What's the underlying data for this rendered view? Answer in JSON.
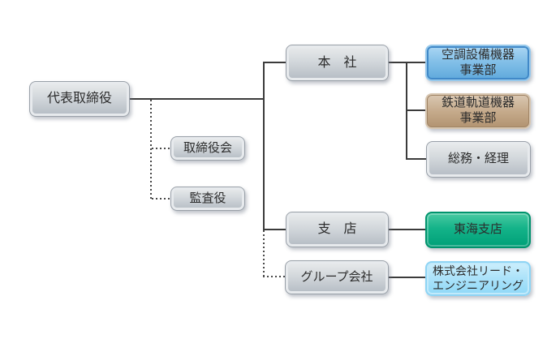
{
  "diagram": {
    "type": "org-chart",
    "background": "#ffffff",
    "nodes": {
      "daihyo": {
        "label": "代表取締役",
        "style": "gray"
      },
      "board": {
        "label": "取締役会",
        "style": "gray"
      },
      "auditor": {
        "label": "監査役",
        "style": "gray"
      },
      "honsha": {
        "label": "本　社",
        "style": "gray"
      },
      "kucho": {
        "lines": [
          "空調設備機器",
          "事業部"
        ],
        "style": "blue"
      },
      "tetsudo": {
        "lines": [
          "鉄道軌道機器",
          "事業部"
        ],
        "style": "tan"
      },
      "somu": {
        "label": "総務・経理",
        "style": "gray"
      },
      "shiten": {
        "label": "支　店",
        "style": "gray"
      },
      "tokai": {
        "label": "東海支店",
        "style": "green"
      },
      "group": {
        "label": "グループ会社",
        "style": "gray"
      },
      "lead": {
        "lines": [
          "株式会社リード・",
          "エンジニアリング"
        ],
        "style": "sky"
      }
    },
    "edges": [
      {
        "from": "daihyo",
        "to": "honsha",
        "line": "solid"
      },
      {
        "from": "daihyo",
        "to": "shiten",
        "line": "solid"
      },
      {
        "from": "daihyo",
        "to": "board",
        "line": "dotted"
      },
      {
        "from": "daihyo",
        "to": "auditor",
        "line": "dotted"
      },
      {
        "from": "daihyo",
        "to": "group",
        "line": "dotted"
      },
      {
        "from": "honsha",
        "to": "kucho",
        "line": "solid"
      },
      {
        "from": "honsha",
        "to": "tetsudo",
        "line": "solid"
      },
      {
        "from": "honsha",
        "to": "somu",
        "line": "solid"
      },
      {
        "from": "shiten",
        "to": "tokai",
        "line": "solid"
      },
      {
        "from": "group",
        "to": "lead",
        "line": "solid"
      }
    ],
    "colors": {
      "line_solid": "#3b3b3b",
      "line_dotted": "#474747",
      "gray_fill_top": "#eaeced",
      "gray_fill_bottom": "#b4bbc3",
      "blue_fill_top": "#abd7f4",
      "blue_fill_bottom": "#5fa9dc",
      "blue_border": "#4189c8",
      "tan_fill_top": "#dac8b3",
      "tan_fill_bottom": "#b29371",
      "green_fill_top": "#49caa2",
      "green_fill_bottom": "#00a078",
      "green_border": "#00946d",
      "sky_fill_top": "#cdeffc",
      "sky_fill_bottom": "#8fd9f7",
      "sky_border": "#8ed4f4",
      "text": "#2c2c2c"
    }
  }
}
